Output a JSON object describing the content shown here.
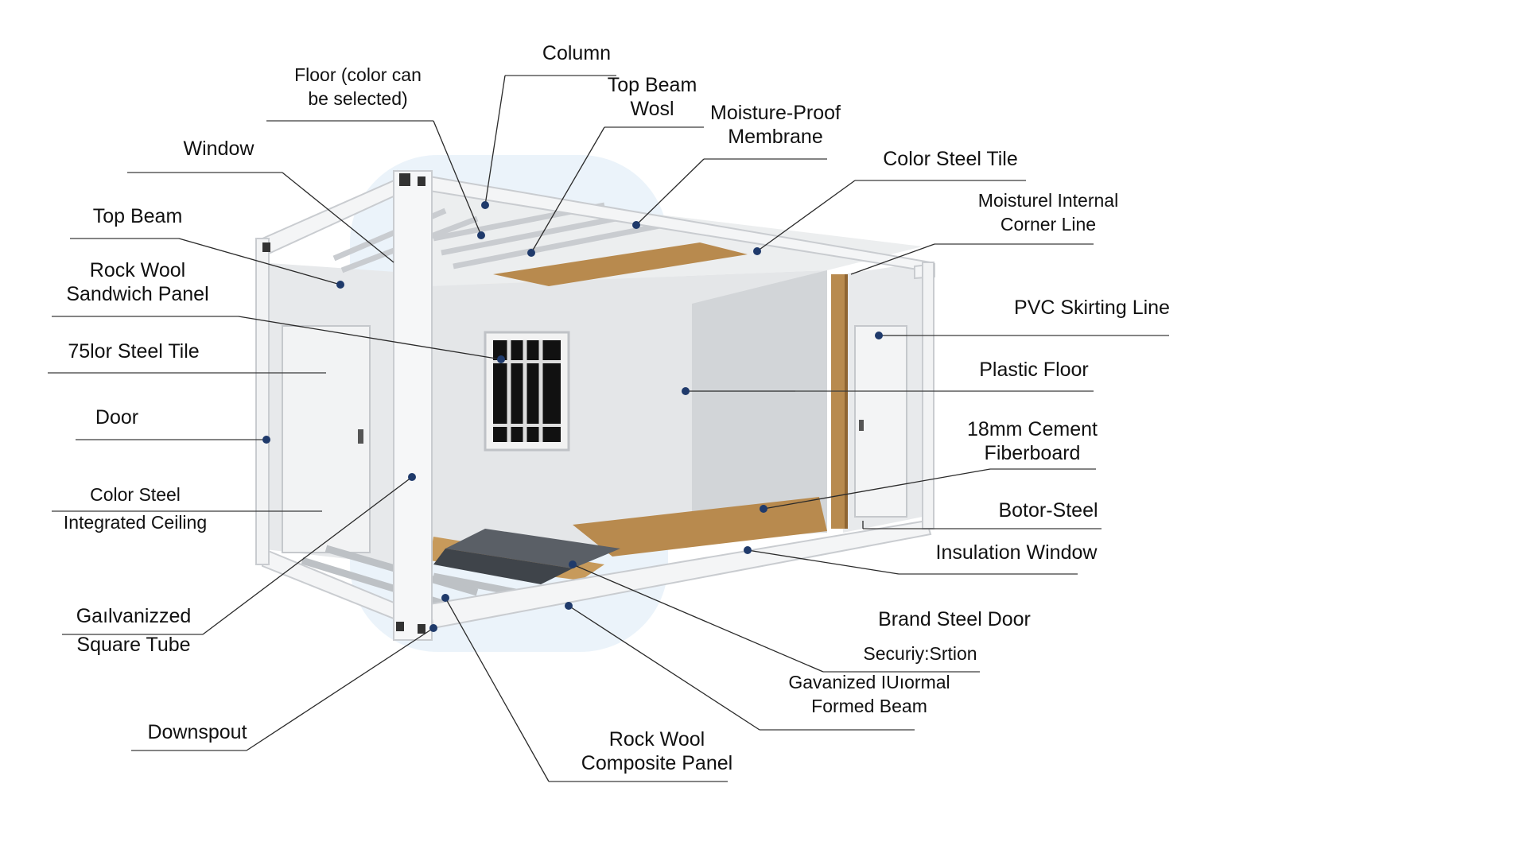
{
  "labels": [
    {
      "id": "column",
      "lines": [
        "Column"
      ]
    },
    {
      "id": "floor-color",
      "lines": [
        "Floor (color can",
        "be selected)"
      ]
    },
    {
      "id": "top-beam-wosl",
      "lines": [
        "Top Beam",
        "Wosl"
      ]
    },
    {
      "id": "moisture-proof-membrane",
      "lines": [
        "Moisture-Proof",
        "Membrane"
      ]
    },
    {
      "id": "window",
      "lines": [
        "Window"
      ]
    },
    {
      "id": "color-steel-tile",
      "lines": [
        "Color Steel Tile"
      ]
    },
    {
      "id": "moisturel-internal-corner-line",
      "lines": [
        "Moisturel Internal",
        "Corner Line"
      ]
    },
    {
      "id": "top-beam",
      "lines": [
        "Top Beam"
      ]
    },
    {
      "id": "rock-wool-sandwich-panel",
      "lines": [
        "Rock Wool",
        "Sandwich Panel"
      ]
    },
    {
      "id": "pvc-skirting-line",
      "lines": [
        "PVC Skirting Line"
      ]
    },
    {
      "id": "75lor-steel-tile",
      "lines": [
        "75lor Steel Tile"
      ]
    },
    {
      "id": "plastic-floor",
      "lines": [
        "Plastic Floor"
      ]
    },
    {
      "id": "door",
      "lines": [
        "Door"
      ]
    },
    {
      "id": "cement-fiberboard",
      "lines": [
        "18mm Cement",
        "Fiberboard"
      ]
    },
    {
      "id": "color-steel-integrated-ceiling",
      "lines": [
        "Color Steel",
        "Integrated Ceiling"
      ]
    },
    {
      "id": "botor-steel",
      "lines": [
        "Botor-Steel"
      ]
    },
    {
      "id": "insulation-window",
      "lines": [
        "Insulation Window"
      ]
    },
    {
      "id": "galvanized-square-tube",
      "lines": [
        "Gaılvanizzed",
        "Square Tube"
      ]
    },
    {
      "id": "brand-steel-door",
      "lines": [
        "Brand Steel Door"
      ]
    },
    {
      "id": "security-station",
      "lines": [
        "Securiy:Srtion"
      ]
    },
    {
      "id": "gavanized-formed-beam",
      "lines": [
        "Gavanized IUıormal",
        "Formed Beam"
      ]
    },
    {
      "id": "downspout",
      "lines": [
        "Downspout"
      ]
    },
    {
      "id": "rock-wool-composite-panel",
      "lines": [
        "Rock Wool",
        "Composite Panel"
      ]
    }
  ],
  "colors": {
    "frame": "#f4f5f6",
    "frame_edge": "#c9ccd0",
    "wall": "#dfe1e3",
    "back_wall": "#e6e7e8",
    "wood": "#b88a4e",
    "wood_dark": "#8f6532",
    "dark_panel": "#5a5f66",
    "marker": "#1f3a6b",
    "watermark_blue": "#cfe3f1",
    "watermark_tan": "#eadfca"
  }
}
